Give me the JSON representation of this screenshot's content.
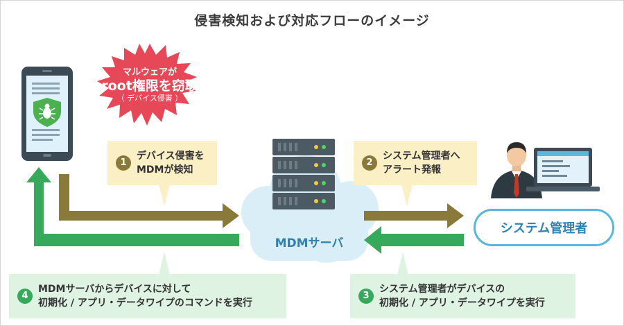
{
  "title": "侵害検知および対応フローのイメージ",
  "attack_burst": {
    "line1": "マルウェアが",
    "line2": "root権限を窃取",
    "line3": "（ デバイス侵害 ）"
  },
  "steps": [
    {
      "number": "1",
      "line1": "デバイス侵害を",
      "line2": "MDMが検知"
    },
    {
      "number": "2",
      "line1": "システム管理者へ",
      "line2": "アラート発報"
    },
    {
      "number": "3",
      "line1": "システム管理者がデバイスの",
      "line2": "初期化 / アプリ・データワイプを実行"
    },
    {
      "number": "4",
      "line1": "MDMサーバからデバイスに対して",
      "line2": "初期化 / アプリ・データワイプのコマンドを実行"
    }
  ],
  "server_label": "MDMサーバ",
  "admin_label": "システム管理者",
  "colors": {
    "detect_arrow": "#8a7a39",
    "response_arrow": "#37a95a",
    "burst": "#e64858",
    "cloud": "#daeef7",
    "admin_border": "#55b7dc"
  }
}
